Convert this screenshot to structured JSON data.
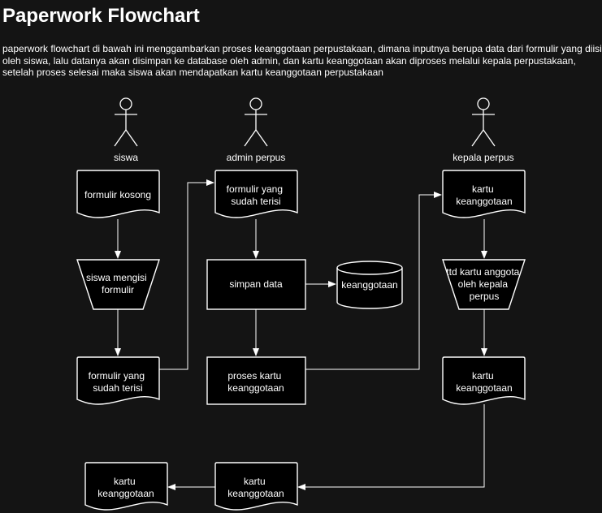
{
  "page": {
    "title": "Paperwork Flowchart",
    "description": "paperwork flowchart di bawah ini menggambarkan proses keanggotaan perpustakaan, dimana inputnya berupa data dari formulir yang diisi oleh siswa, lalu datanya akan disimpan ke database oleh admin, dan kartu keanggotaan akan diproses melalui kepala perpustakaan, setelah proses selesai maka siswa akan mendapatkan kartu keanggotaan perpustakaan"
  },
  "actors": {
    "siswa": "siswa",
    "admin": "admin perpus",
    "kepala": "kepala perpus"
  },
  "nodes": {
    "formulir_kosong": [
      "formulir kosong"
    ],
    "siswa_mengisi": [
      "siswa mengisi",
      "formulir"
    ],
    "formulir_terisi_siswa": [
      "formulir yang",
      "sudah terisi"
    ],
    "formulir_terisi_admin": [
      "formulir yang",
      "sudah terisi"
    ],
    "simpan_data": [
      "simpan data"
    ],
    "db_keanggotaan": [
      "keanggotaan"
    ],
    "proses_kartu": [
      "proses kartu",
      "keanggotaan"
    ],
    "kartu_kepala": [
      "kartu",
      "keanggotaan"
    ],
    "ttd_kartu": [
      "ttd kartu anggota",
      "oleh kepala",
      "perpus"
    ],
    "kartu_signed": [
      "kartu",
      "keanggotaan"
    ],
    "kartu_admin_return": [
      "kartu",
      "keanggotaan"
    ],
    "kartu_siswa_final": [
      "kartu",
      "keanggotaan"
    ]
  }
}
